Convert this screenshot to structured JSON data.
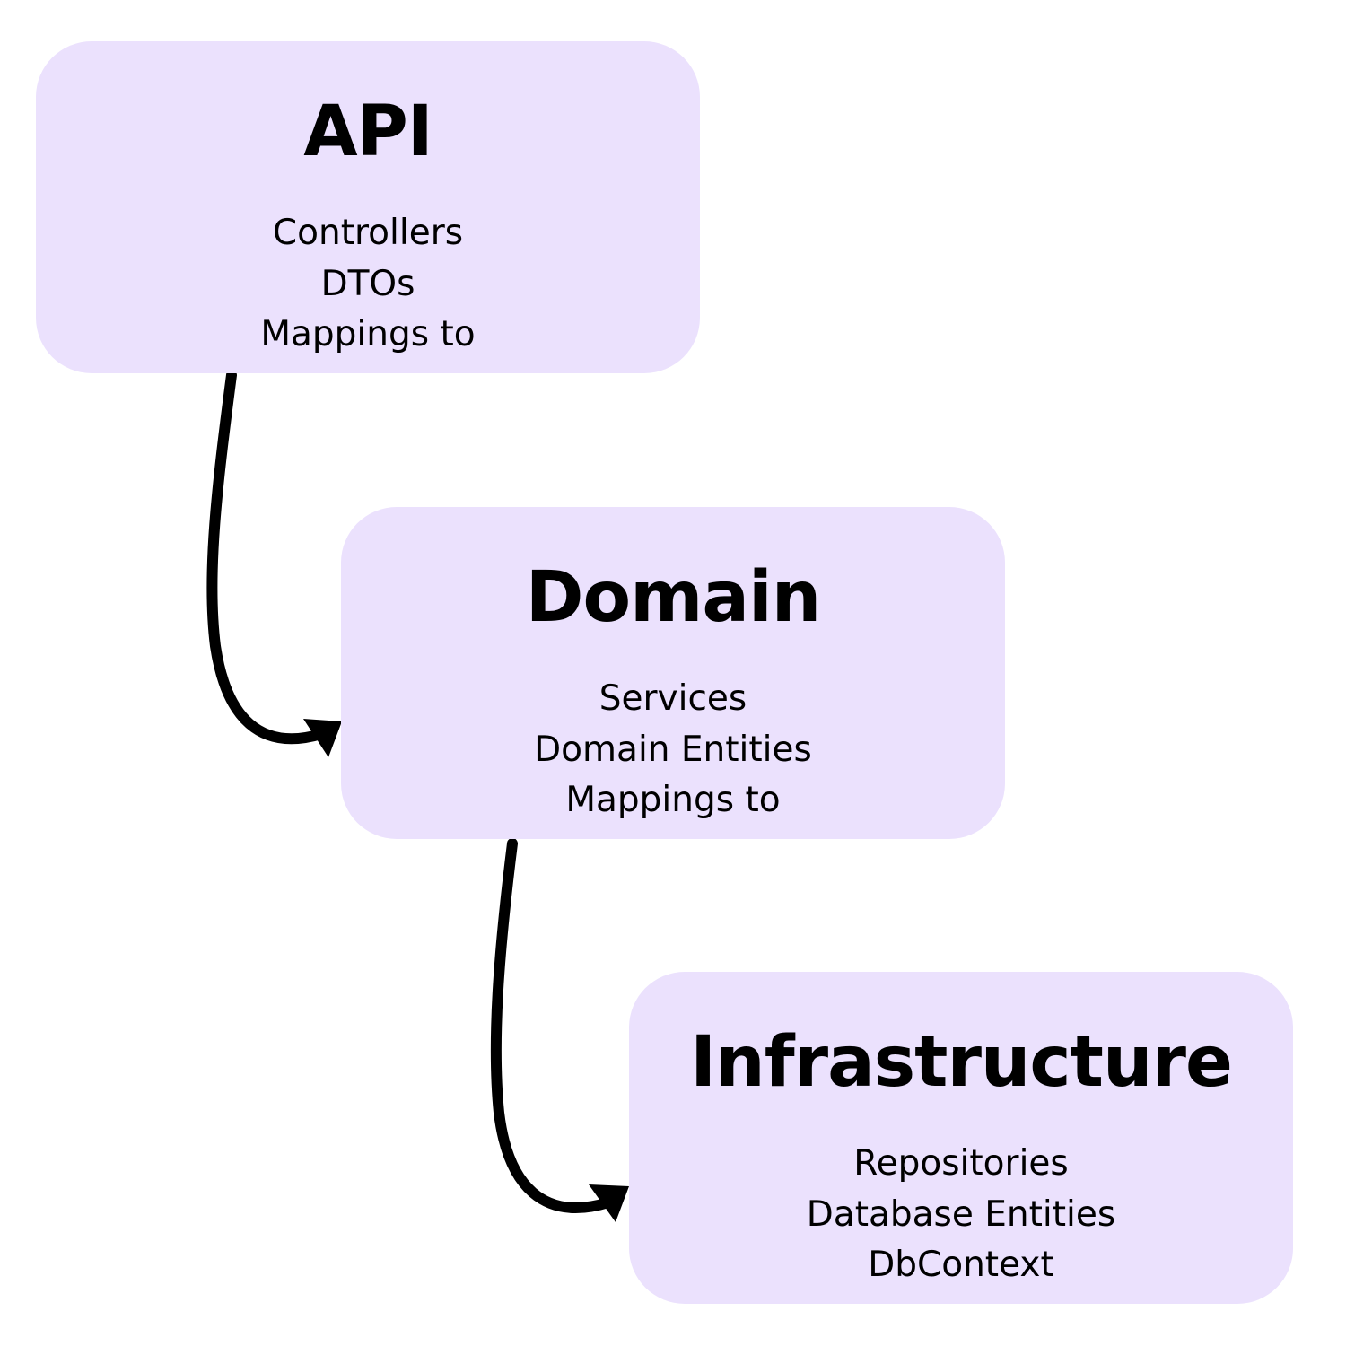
{
  "colors": {
    "box_fill": "#ebe1fd",
    "text": "#000000",
    "arrow": "#000000",
    "background": "#ffffff"
  },
  "layers": [
    {
      "title": "API",
      "items": [
        "Controllers",
        "DTOs",
        "Mappings to"
      ]
    },
    {
      "title": "Domain",
      "items": [
        "Services",
        "Domain Entities",
        "Mappings to"
      ]
    },
    {
      "title": "Infrastructure",
      "items": [
        "Repositories",
        "Database Entities",
        "DbContext"
      ]
    }
  ]
}
